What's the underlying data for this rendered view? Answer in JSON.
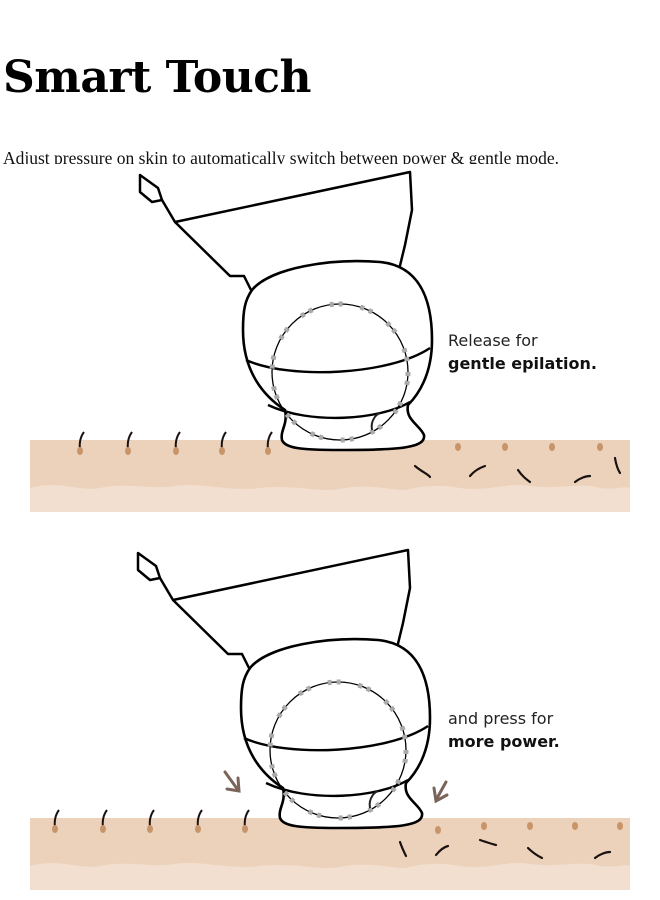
{
  "header": {
    "title": "Smart Touch",
    "subtitle": "Adjust pressure on skin to automatically switch between power & gentle mode."
  },
  "panels": [
    {
      "caption_line1": "Release for",
      "caption_line2": "gentle epilation."
    },
    {
      "caption_line1": "and press for",
      "caption_line2": "more power."
    }
  ],
  "colors": {
    "skin": "#ecd2bb",
    "skin_lower": "#f2dfcf",
    "follicle": "#c8956a",
    "hair": "#1a1210",
    "arrow": "#7b655a"
  }
}
